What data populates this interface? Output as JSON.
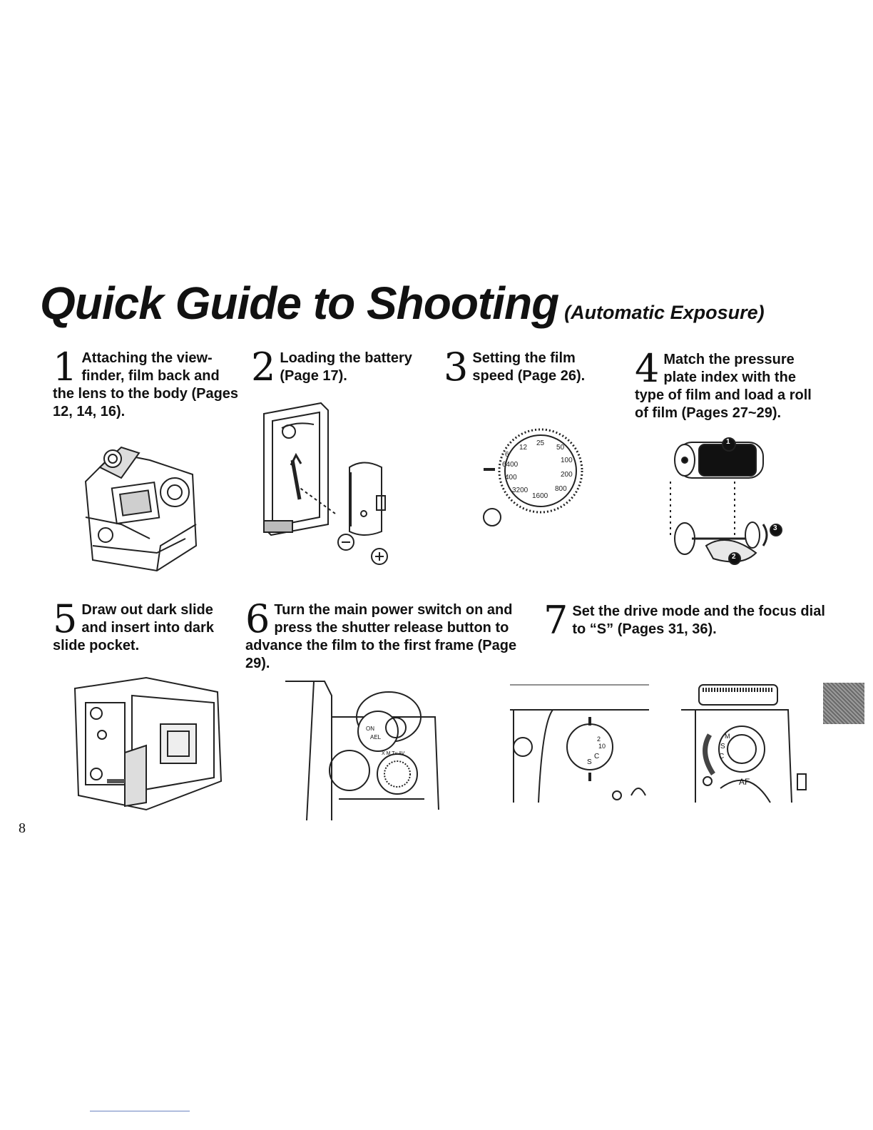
{
  "page_title": {
    "main": "Quick Guide to Shooting",
    "sub": "(Automatic Exposure)"
  },
  "steps": [
    {
      "number": "1",
      "text": "Attaching the view- finder, film back and the lens to the body (Pages 12, 14, 16)."
    },
    {
      "number": "2",
      "text": "Loading the battery (Page 17)."
    },
    {
      "number": "3",
      "text": "Setting the film speed (Page 26)."
    },
    {
      "number": "4",
      "text": "Match the pressure plate index with the type of film and load a roll of film (Pages 27~29)."
    },
    {
      "number": "5",
      "text": "Draw out dark slide and insert into dark slide pocket."
    },
    {
      "number": "6",
      "text": "Turn the main power switch on and press the shutter release button to advance the film to the first frame (Page 29)."
    },
    {
      "number": "7",
      "text": "Set the drive mode and the focus dial to “S” (Pages 31, 36)."
    }
  ],
  "battery_labels": {
    "minus": "−",
    "plus": "+"
  },
  "iso_dial": {
    "values": [
      "25",
      "50",
      "100",
      "200",
      "400",
      "800",
      "1600",
      "3200",
      "6400",
      "12",
      "6"
    ]
  },
  "film_markers": [
    "1",
    "2",
    "3"
  ],
  "switch_labels": {
    "on": "ON",
    "ael": "AEL",
    "modes": "X  M  Tv  AV"
  },
  "drive_dial_labels": [
    "S",
    "C",
    "10",
    "2"
  ],
  "focus_labels": {
    "m": "M",
    "s": "S",
    "c": "C",
    "af": "AF"
  },
  "page_number": "8"
}
